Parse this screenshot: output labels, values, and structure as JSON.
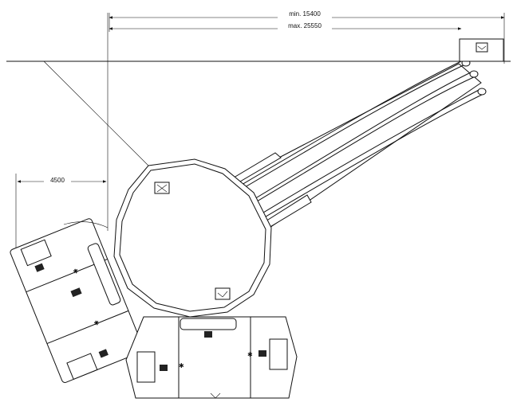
{
  "dimensions": {
    "min_label": "min. 15400",
    "max_label": "max. 25550",
    "offset_label": "4500"
  },
  "icons": [
    "loading-arm-sign-icon",
    "direction-sign-icon",
    "arrow-sign-icon"
  ]
}
